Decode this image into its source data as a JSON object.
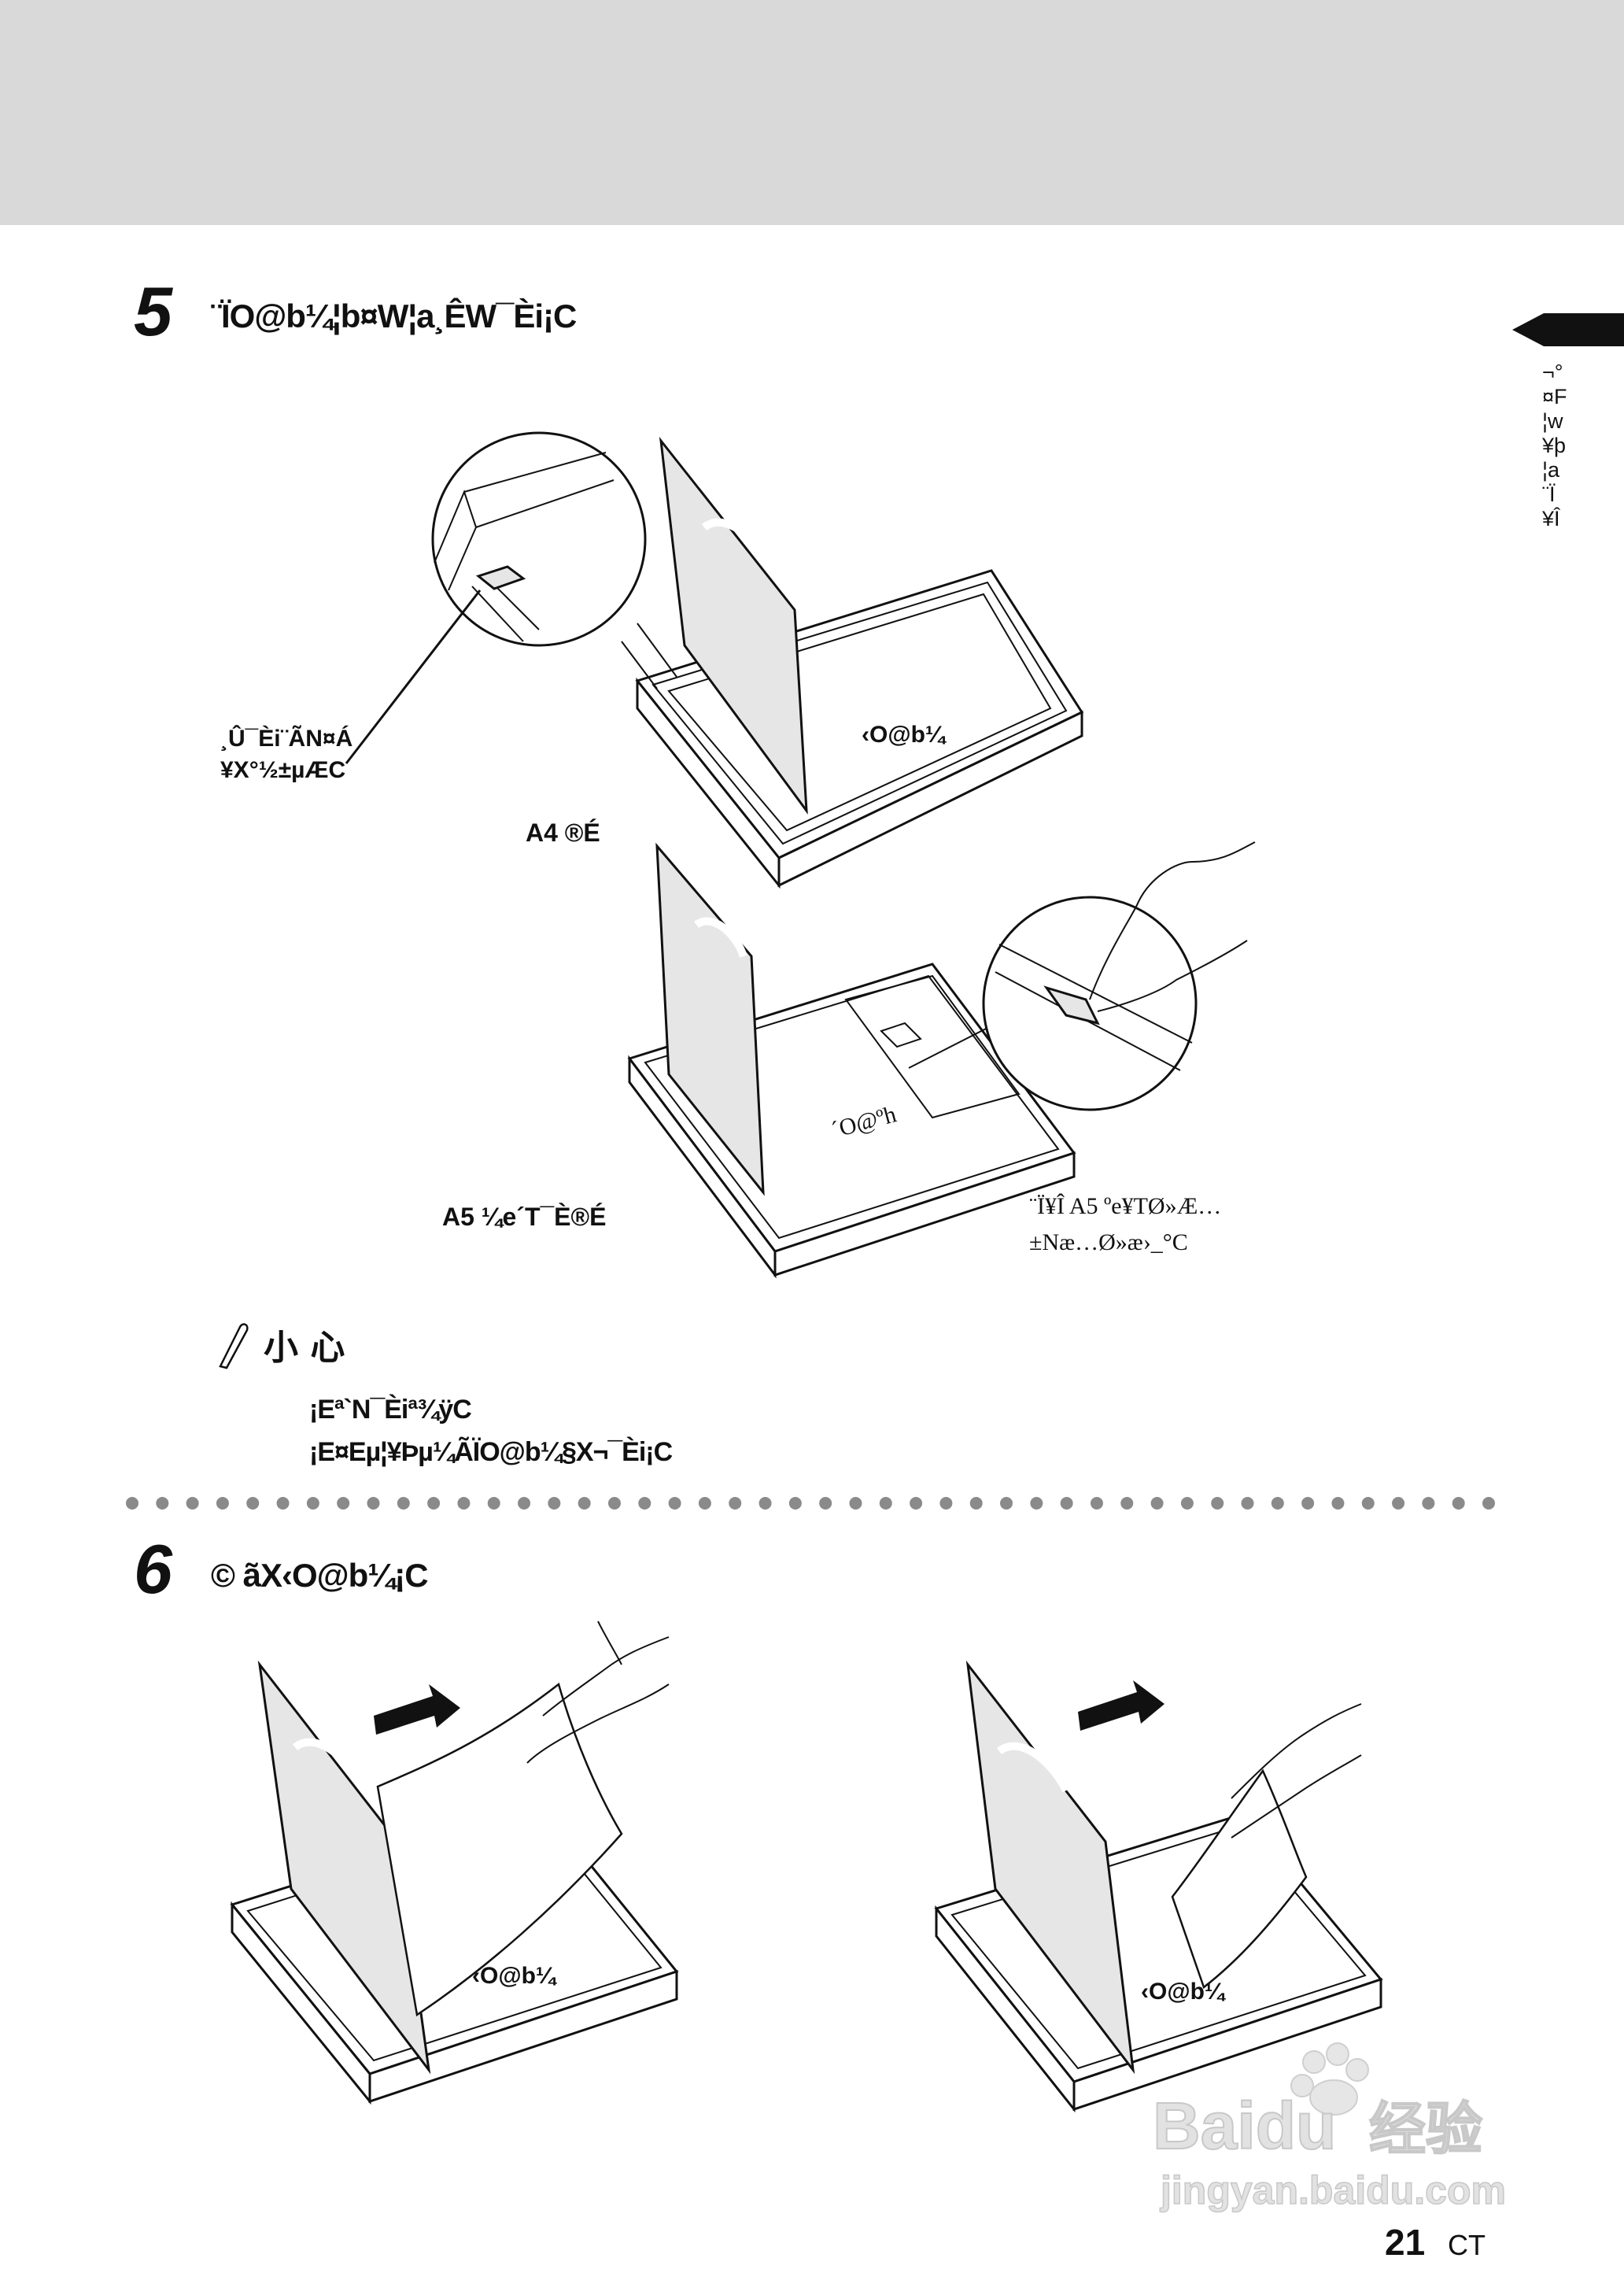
{
  "step5": {
    "number": "5",
    "text": "¨ÏO@b¼¦b¤W¦a¸ÊW¯Èi¡C"
  },
  "side_tab": {
    "lines": [
      "¬°",
      "¤F",
      "¦w",
      "¥þ",
      "¦a",
      "¨Ï",
      "¥Î"
    ]
  },
  "figure1": {
    "callout_line1": "¸Û¯Èi¨ÃN¤Á",
    "callout_line2": "¥X°½±µÆC",
    "tray_label": "‹O@b¼",
    "caption": "A4 ®É"
  },
  "figure2": {
    "tray_label": "´O@ºh",
    "caption": "A5 ¼e´T¯È®É",
    "note_line1": "¨Ï¥Î     A5 ºe¥TØ»Æ…",
    "note_line2": "±Næ…Ø»æ›_°C"
  },
  "caution": {
    "title": "小 心",
    "line1": "¡Eª`N¯Èiª¾ÿC",
    "line2": "¡E¤Eµ¦¥Þµ¼ÃÏO@b¼§X¬¯Èi¡C"
  },
  "step6": {
    "number": "6",
    "text": "© ãX‹O@b¼¡C"
  },
  "figure3": {
    "tray_label": "‹O@b¼"
  },
  "figure4": {
    "tray_label": "‹O@b¼"
  },
  "footer": {
    "page_number": "21",
    "page_suffix": "CT"
  },
  "watermark": {
    "brand": "Baidu",
    "brand_cn": "经验",
    "url": "jingyan.baidu.com"
  }
}
